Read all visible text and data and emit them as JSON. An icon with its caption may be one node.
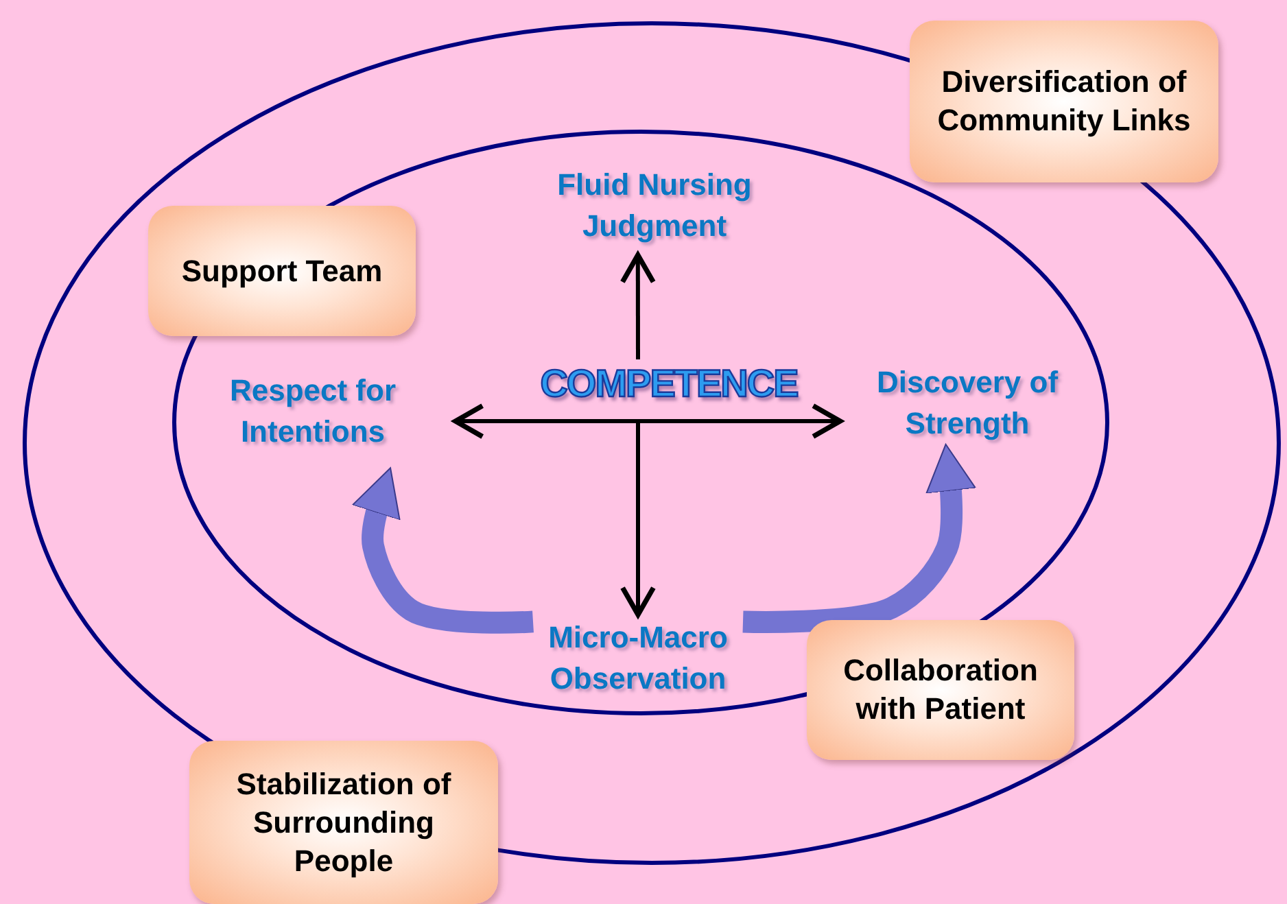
{
  "diagram": {
    "nodes": [
      {
        "text": [
          "Diversification of Community Links"
        ]
      },
      {
        "text": [
          "Fluid Nursing Judgment"
        ]
      },
      {
        "text": [
          "Support Team"
        ]
      },
      {
        "text": [
          "Respect for Intentions"
        ]
      },
      {
        "text": [
          "COMPETENCE"
        ]
      },
      {
        "text": [
          "Discovery of Strength"
        ]
      },
      {
        "text": [
          "Micro-Macro Observation"
        ]
      },
      {
        "text": [
          "Collaboration with Patient"
        ]
      },
      {
        "text": [
          "Stabilization of Surrounding People"
        ]
      }
    ],
    "edges": [
      {
        "from": 4,
        "to": 1,
        "arrow": "to"
      },
      {
        "from": 4,
        "to": 3,
        "arrow": "to"
      },
      {
        "from": 4,
        "to": 5,
        "arrow": "to"
      },
      {
        "from": 4,
        "to": 6,
        "arrow": "to"
      },
      {
        "from": 6,
        "to": 3,
        "arrow": "to",
        "style": "thick",
        "color": "#7474d2"
      },
      {
        "from": 6,
        "to": 5,
        "arrow": "to",
        "style": "thick",
        "color": "#7474d2"
      }
    ]
  }
}
